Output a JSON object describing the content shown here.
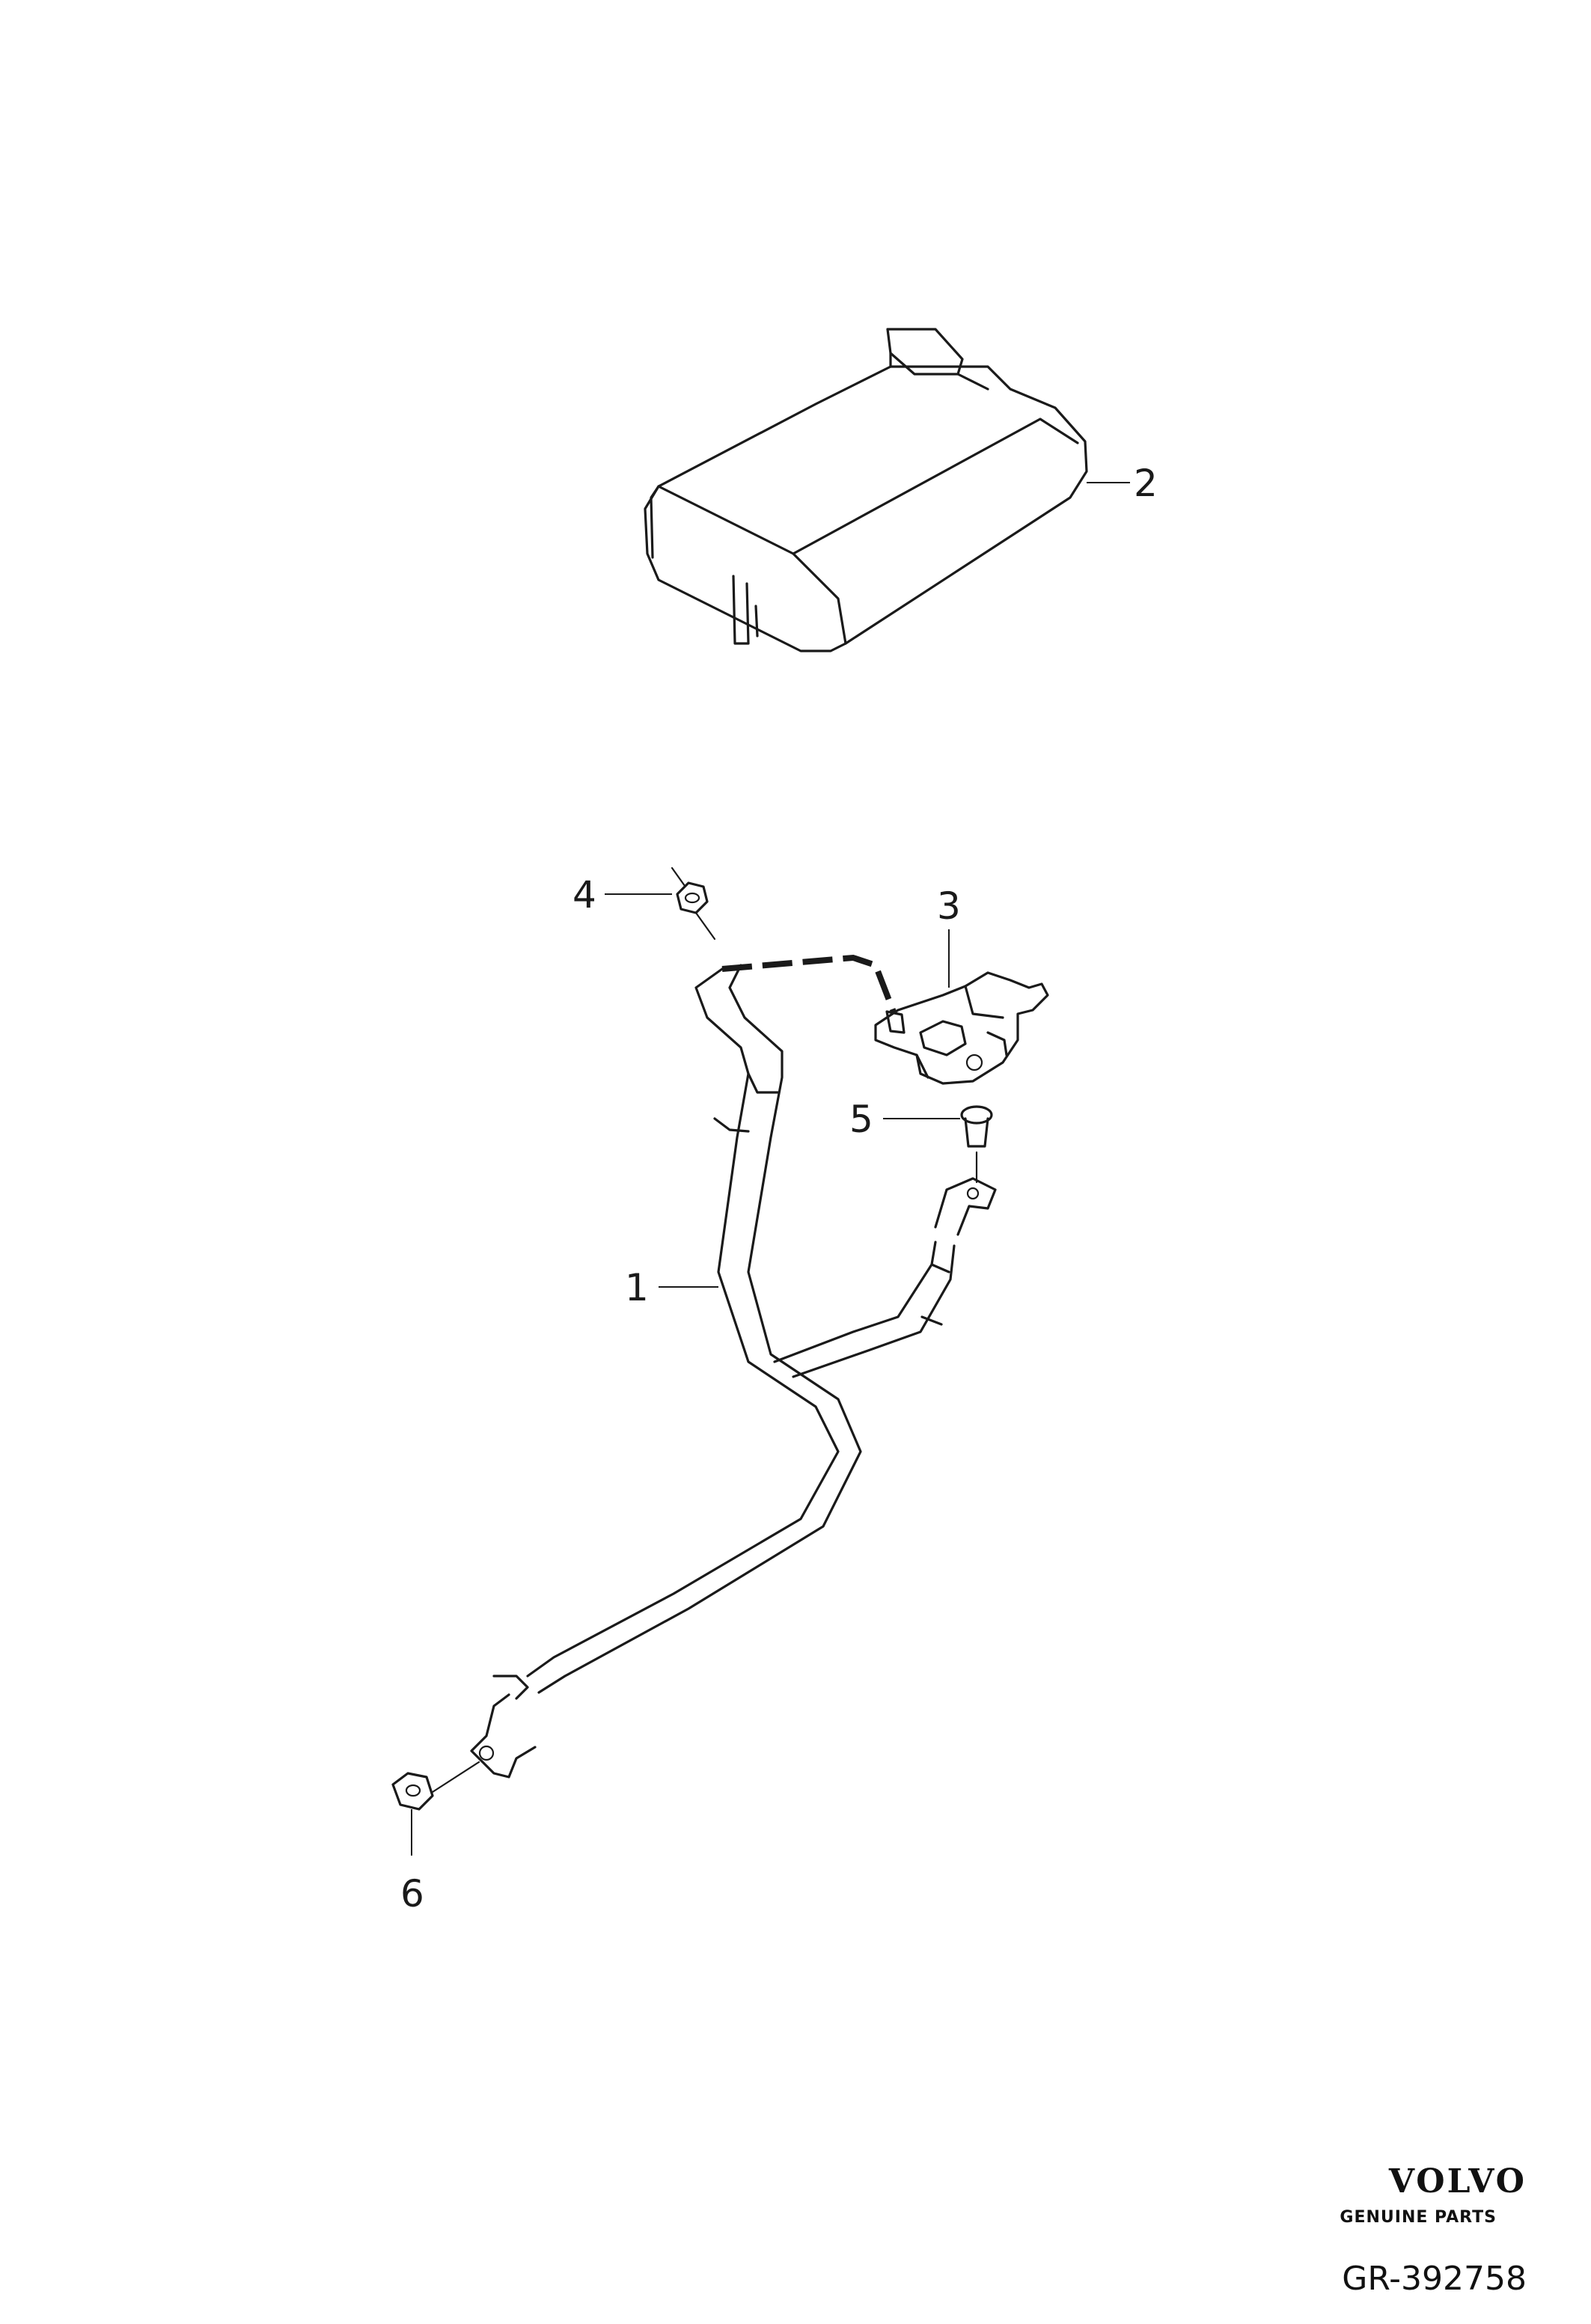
{
  "callouts": [
    {
      "id": "1",
      "label": "1"
    },
    {
      "id": "2",
      "label": "2"
    },
    {
      "id": "3",
      "label": "3"
    },
    {
      "id": "4",
      "label": "4"
    },
    {
      "id": "5",
      "label": "5"
    },
    {
      "id": "6",
      "label": "6"
    }
  ],
  "brand": {
    "name": "VOLVO",
    "tagline": "GENUINE PARTS"
  },
  "reference": "GR-392758"
}
